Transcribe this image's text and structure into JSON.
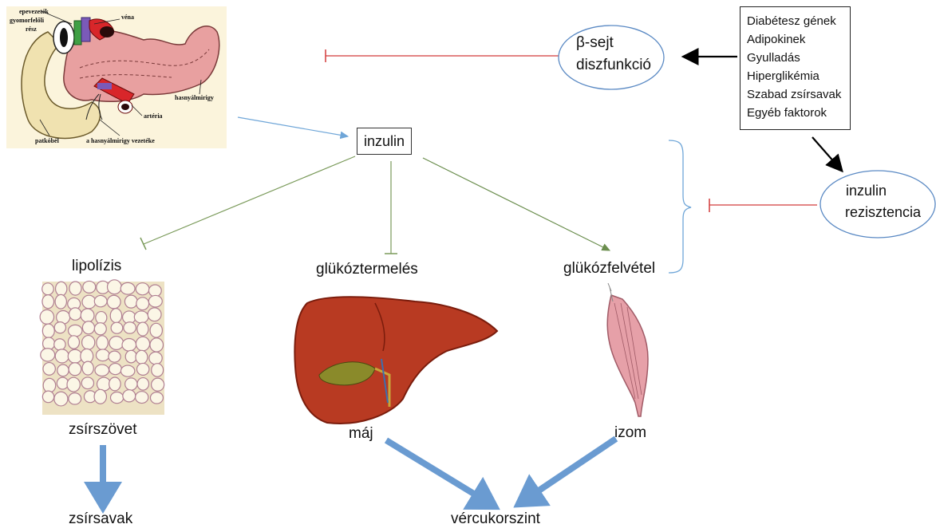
{
  "nodes": {
    "insulin": "inzulin",
    "beta_cell_line1": "β-sejt",
    "beta_cell_line2": "diszfunkció",
    "resistance_line1": "inzulin",
    "resistance_line2": "rezisztencia",
    "lipolysis": "lipolízis",
    "glucose_production": "glükóztermelés",
    "glucose_uptake": "glükózfelvétel",
    "adipose_tissue": "zsírszövet",
    "liver": "máj",
    "muscle": "izom",
    "fatty_acids": "zsírsavak",
    "blood_glucose": "vércukorszint"
  },
  "factors": [
    "Diabétesz gének",
    "Adipokinek",
    "Gyulladás",
    "Hiperglikémia",
    "Szabad zsírsavak",
    "Egyéb faktorok"
  ],
  "pancreas_labels": {
    "bile_duct": "epevezeték",
    "pylorus": "gyomorfelőli",
    "part": "rész",
    "vein": "véna",
    "pancreas": "hasnyálmirigy",
    "artery": "artéria",
    "duodenum": "patkóbél",
    "pancreatic_duct": "a hasnyálmirigy vezetéke"
  },
  "colors": {
    "inhibit_red": "#d23a3a",
    "insulin_blue": "#6fa6d8",
    "green": "#7a9a5a",
    "big_arrow": "#6a9bd1",
    "ellipse_stroke": "#5b8ac4"
  }
}
